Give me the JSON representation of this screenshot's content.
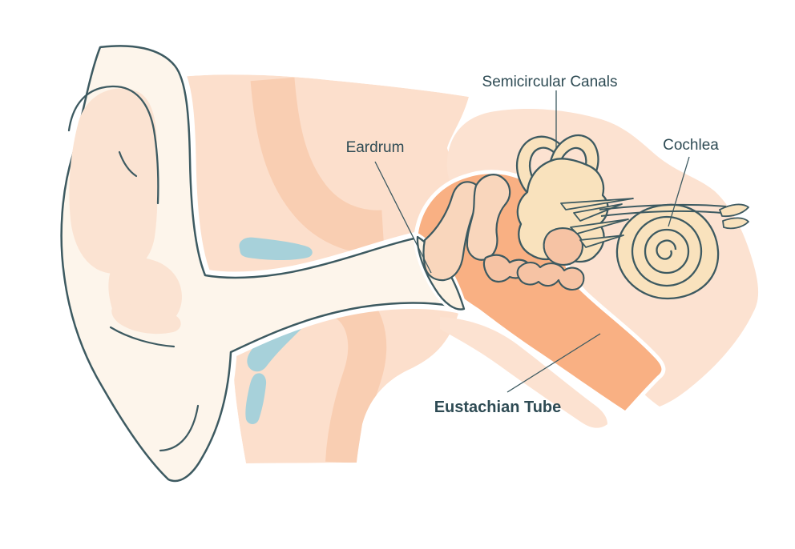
{
  "diagram": {
    "type": "anatomy-illustration",
    "subject": "Human ear cross-section",
    "labels": {
      "eardrum": "Eardrum",
      "semicircular_canals": "Semicircular Canals",
      "cochlea": "Cochlea",
      "eustachian_tube": "Eustachian Tube"
    },
    "colors": {
      "background": "#ffffff",
      "outline": "#3d5a61",
      "label_text": "#2e4b54",
      "skin_cream": "#fdf5eb",
      "canal_cream": "#fdf2e3",
      "inner_shade": "#fbe3d2",
      "band_light": "#fcdfcc",
      "band_dark": "#f9ceb2",
      "pale_blob": "#fce2d1",
      "middle_ear_orange": "#f9b083",
      "ossicle_peach": "#f9d6bc",
      "stapes_pink": "#f6c3a4",
      "inner_ear_wheat": "#f9e2bd",
      "cartilage_blue": "#a7d1da"
    }
  }
}
